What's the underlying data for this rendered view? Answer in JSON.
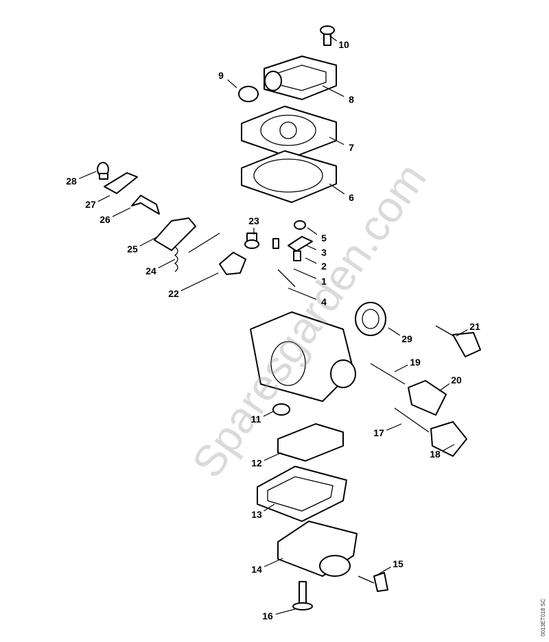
{
  "diagram": {
    "labels": [
      "10",
      "9",
      "8",
      "7",
      "6",
      "28",
      "27",
      "26",
      "25",
      "24",
      "23",
      "5",
      "3",
      "2",
      "1",
      "4",
      "22",
      "29",
      "21",
      "19",
      "20",
      "11",
      "17",
      "18",
      "12",
      "13",
      "14",
      "15",
      "16"
    ],
    "watermark": "Sparesgarden.com",
    "drawing_code": "0013ET018 SC"
  }
}
